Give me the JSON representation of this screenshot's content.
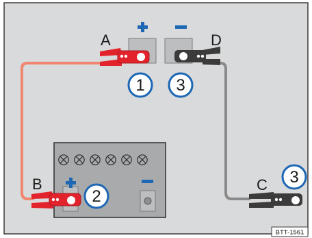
{
  "labels": {
    "clamp_a": "A",
    "clamp_b": "B",
    "clamp_c": "C",
    "clamp_d": "D"
  },
  "steps": {
    "step_a": "1",
    "step_b": "2",
    "step_d": "3",
    "step_c": "3"
  },
  "reference_code": "BTT-1561",
  "colors": {
    "background": "#d9dadb",
    "border": "#3a3a3a",
    "positive_sign": "#1d67b5",
    "negative_sign": "#1d67b5",
    "red_clamp": "#e3232c",
    "red_cable": "#f0866f",
    "black_clamp": "#3b3b3b",
    "gray_cable": "#8a8a8a",
    "battery_body": "#a8aaac",
    "terminal": "#bdbebf"
  },
  "icons": {
    "positive_terminal": "plus-icon",
    "negative_terminal": "minus-icon",
    "battery_cells": "cell-cap-icon"
  }
}
